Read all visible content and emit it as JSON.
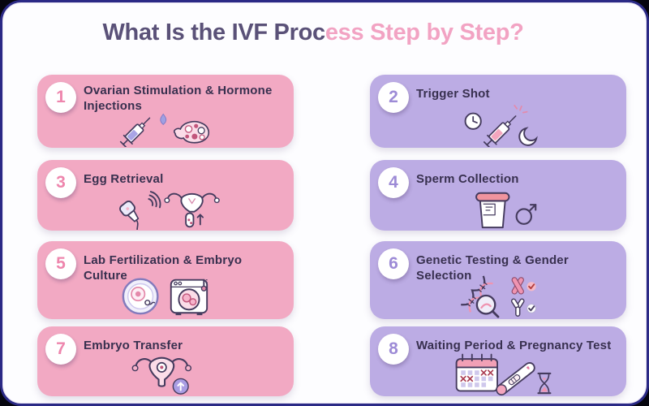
{
  "title": {
    "full": "What Is the IVF Process Step by Step?",
    "part1": "What Is the IVF Proc",
    "part2": "ess Step by Step?"
  },
  "steps": [
    {
      "number": "1",
      "label": "Ovarian Stimulation & Hormone Injections",
      "theme": "pink",
      "icons": [
        "syringe-icon",
        "droplet-icon",
        "ovary-icon"
      ]
    },
    {
      "number": "2",
      "label": "Trigger Shot",
      "theme": "purple",
      "icons": [
        "clock-icon",
        "syringe-icon",
        "sparkle-icon",
        "moon-icon"
      ]
    },
    {
      "number": "3",
      "label": "Egg Retrieval",
      "theme": "pink",
      "icons": [
        "ultrasound-probe-icon",
        "sound-waves-icon",
        "uterus-icon",
        "test-tube-icon",
        "up-arrow-icon"
      ]
    },
    {
      "number": "4",
      "label": "Sperm Collection",
      "theme": "purple",
      "icons": [
        "specimen-cup-icon",
        "male-symbol-icon"
      ]
    },
    {
      "number": "5",
      "label": "Lab Fertilization & Embryo Culture",
      "theme": "pink",
      "icons": [
        "petri-dish-icon",
        "incubator-icon",
        "thermometer-icon"
      ]
    },
    {
      "number": "6",
      "label": "Genetic Testing & Gender Selection",
      "theme": "purple",
      "icons": [
        "dna-icon",
        "magnifier-icon",
        "x-chromosome-check-icon",
        "y-chromosome-check-icon"
      ]
    },
    {
      "number": "7",
      "label": "Embryo Transfer",
      "theme": "pink",
      "icons": [
        "uterus-icon",
        "up-arrow-circle-icon"
      ]
    },
    {
      "number": "8",
      "label": "Waiting Period & Pregnancy Test",
      "theme": "purple",
      "icons": [
        "calendar-icon",
        "pregnancy-test-icon",
        "hourglass-icon"
      ]
    }
  ],
  "colors": {
    "outer_background": "#06060f",
    "frame_border": "#2b2a86",
    "panel_background": "#fdfdff",
    "pink_card": "#f2a9c3",
    "purple_card": "#bcace4",
    "pink_number": "#ee86ad",
    "purple_number": "#9d8bd6",
    "title_dark": "#5a5178",
    "title_pink": "#f2a3c3",
    "label_text": "#38304f",
    "icon_outline": "#453b5e",
    "icon_pink": "#ef94b1",
    "icon_lavender": "#a9a5e6",
    "check_red": "#b23e3e"
  }
}
